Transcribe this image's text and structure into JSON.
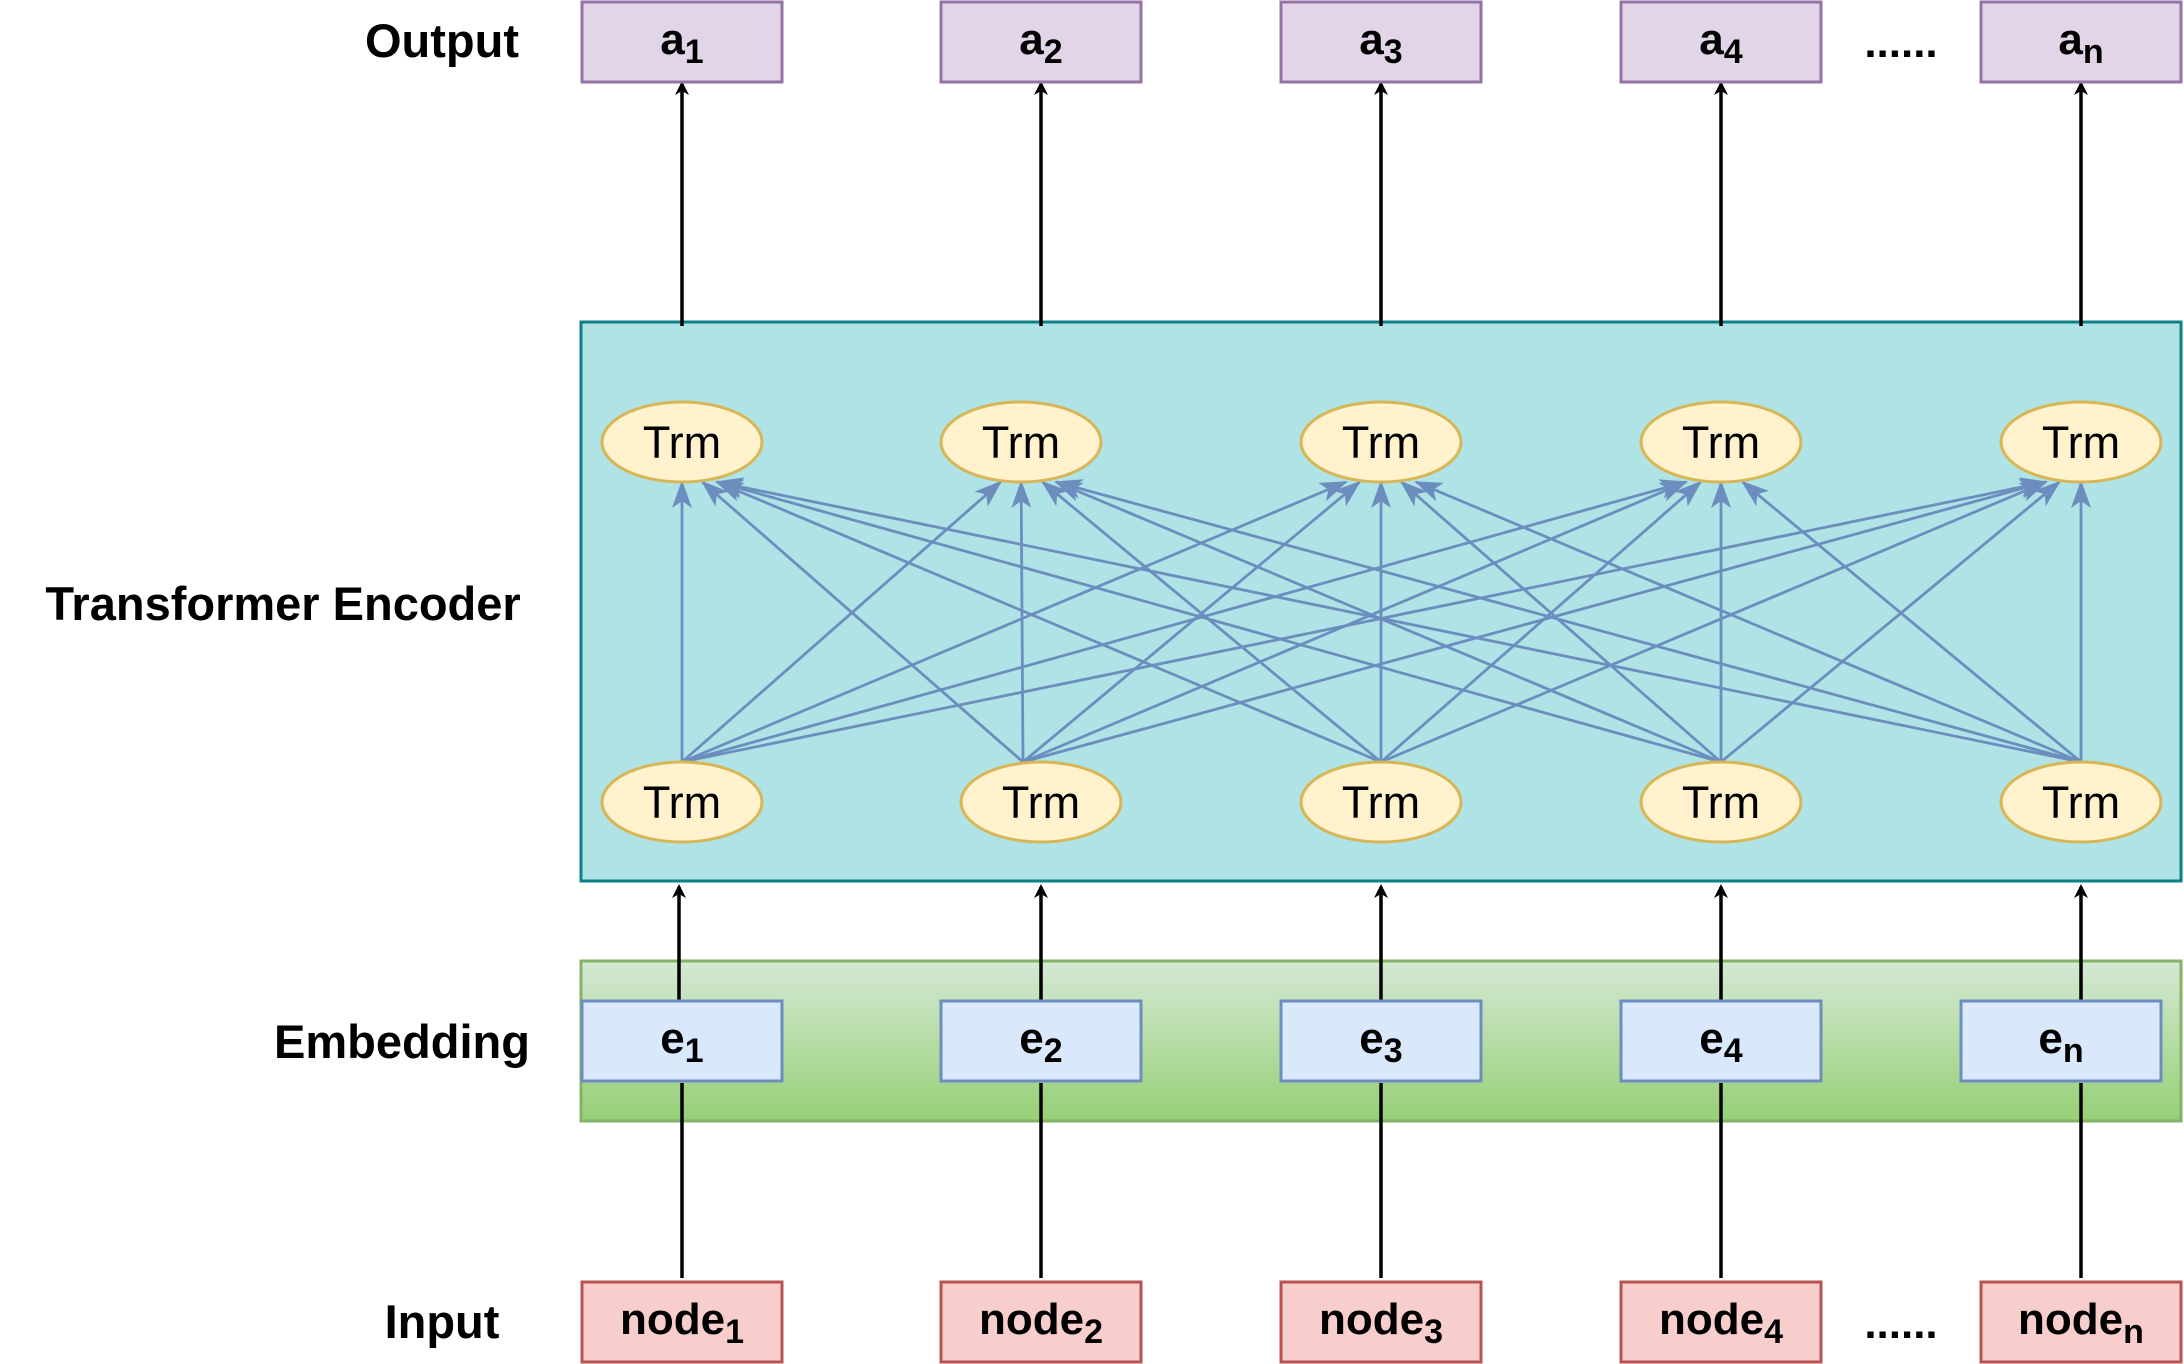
{
  "row_labels": {
    "output": "Output",
    "encoder": "Transformer Encoder",
    "embedding": "Embedding",
    "input": "Input"
  },
  "output_boxes": [
    {
      "base": "a",
      "sub": "1"
    },
    {
      "base": "a",
      "sub": "2"
    },
    {
      "base": "a",
      "sub": "3"
    },
    {
      "base": "a",
      "sub": "4"
    },
    {
      "base": "a",
      "sub": "n"
    }
  ],
  "output_ellipsis": "......",
  "trm_label": "Trm",
  "embedding_boxes": [
    {
      "base": "e",
      "sub": "1"
    },
    {
      "base": "e",
      "sub": "2"
    },
    {
      "base": "e",
      "sub": "3"
    },
    {
      "base": "e",
      "sub": "4"
    },
    {
      "base": "e",
      "sub": "n"
    }
  ],
  "input_boxes": [
    {
      "base": "node",
      "sub": "1"
    },
    {
      "base": "node",
      "sub": "2"
    },
    {
      "base": "node",
      "sub": "3"
    },
    {
      "base": "node",
      "sub": "4"
    },
    {
      "base": "node",
      "sub": "n"
    }
  ],
  "input_ellipsis": "......",
  "colors": {
    "output_fill": "#e1d5e7",
    "output_stroke": "#9673a6",
    "encoder_fill": "#b0e3e6",
    "encoder_stroke": "#0e8088",
    "trm_fill": "#fff2cc",
    "trm_stroke": "#d6b656",
    "attention_line": "#6c8ebf",
    "embedding_fill_top": "#d5e8d4",
    "embedding_fill_bottom": "#97d077",
    "embedding_stroke": "#82b366",
    "emb_box_fill": "#dae8fc",
    "emb_box_stroke": "#6c8ebf",
    "input_fill": "#f8cecc",
    "input_stroke": "#b85450"
  }
}
